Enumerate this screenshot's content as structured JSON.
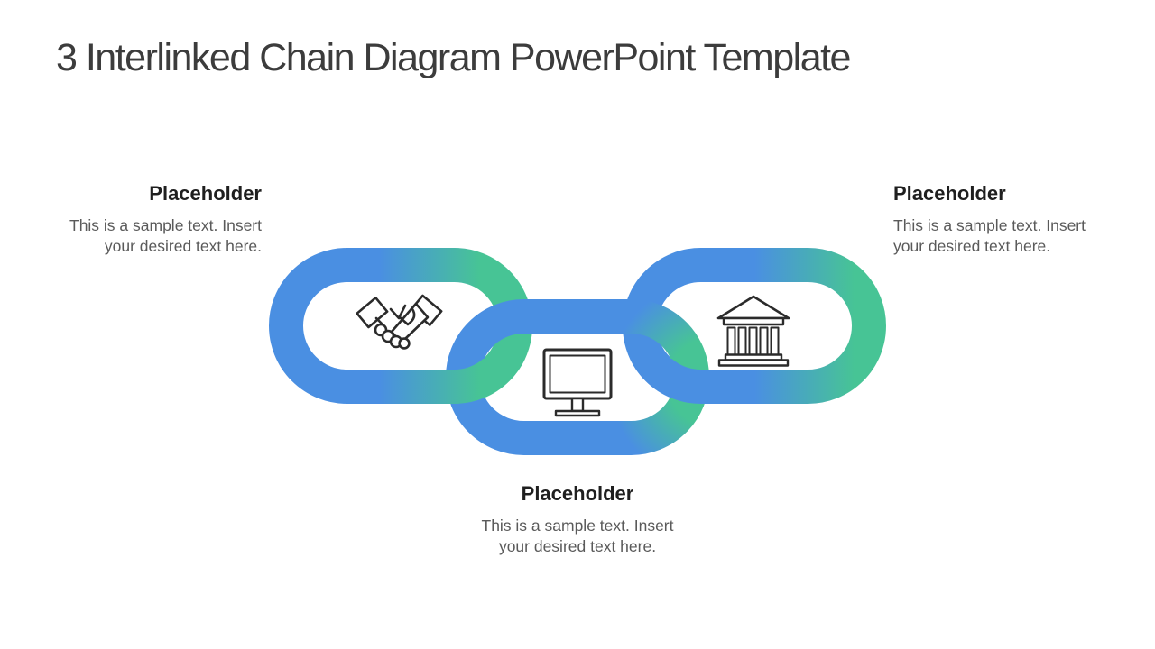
{
  "slide": {
    "title": "3 Interlinked Chain Diagram PowerPoint Template"
  },
  "placeholders": {
    "left": {
      "heading": "Placeholder",
      "line1": "This is a sample text. Insert",
      "line2": "your desired text here."
    },
    "bottom": {
      "heading": "Placeholder",
      "line1": "This is a sample text. Insert",
      "line2": "your desired text here."
    },
    "right": {
      "heading": "Placeholder",
      "line1": "This is a sample text. Insert",
      "line2": "your desired text here."
    }
  },
  "chain": {
    "links": [
      {
        "position": "left",
        "icon": "handshake-icon"
      },
      {
        "position": "middle",
        "icon": "monitor-icon"
      },
      {
        "position": "right",
        "icon": "bank-icon"
      }
    ],
    "colors": {
      "blue": "#4A8FE2",
      "green": "#47C495",
      "icon_stroke": "#2b2b2b"
    }
  }
}
